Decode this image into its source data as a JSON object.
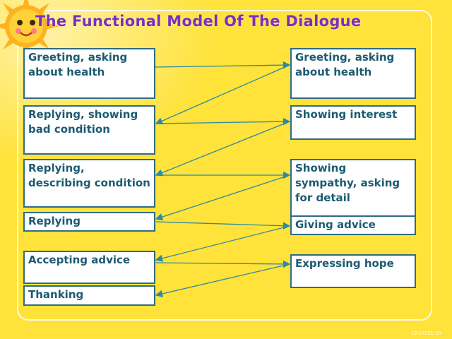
{
  "title": "The Functional Model Of The Dialogue",
  "left_boxes": [
    "Greeting, asking about health",
    "Replying, showing bad condition",
    "Replying, describing condition",
    "Replying",
    "Accepting advice",
    "Thanking"
  ],
  "right_boxes": [
    "Greeting, asking about health",
    "Showing interest",
    "Showing sympathy, asking  for detail",
    "Giving  advice",
    "Expressing hope"
  ],
  "colors": {
    "title": "#7b2fbf",
    "box_border": "#2f6c85",
    "box_text": "#1d5b72",
    "connector": "#2f8aa0"
  },
  "icons": {
    "decoration": "cartoon-sun-icon"
  },
  "watermark": {
    "top": "",
    "bottom": "CREATED BY"
  }
}
